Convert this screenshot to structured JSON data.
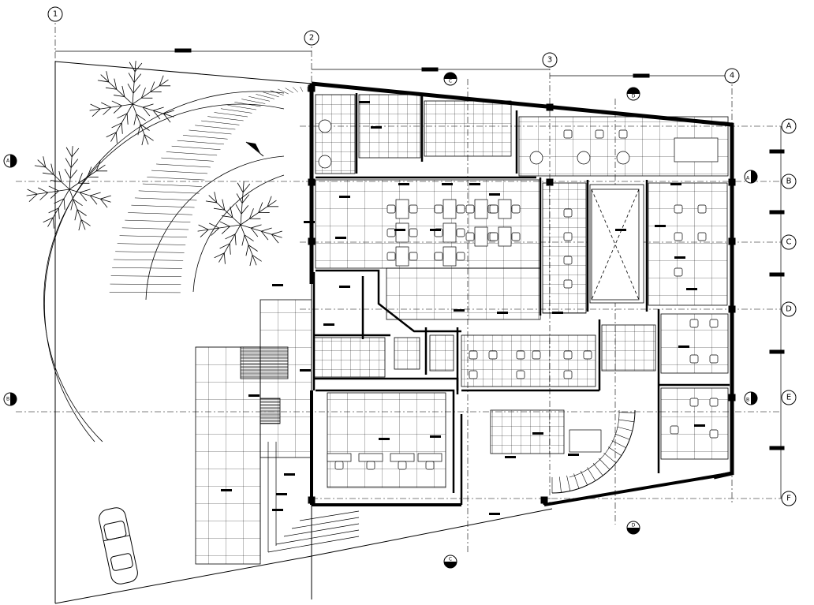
{
  "drawing": {
    "grid_columns": [
      "1",
      "2",
      "3",
      "4"
    ],
    "grid_rows": [
      "A",
      "B",
      "C",
      "D",
      "E",
      "F"
    ],
    "section_markers": {
      "left_top": "A",
      "left_bottom": "B",
      "right_top": "A",
      "right_bottom": "B",
      "top_c": "C",
      "bottom_c": "C",
      "top_d": "D",
      "bottom_d": "D"
    }
  },
  "colors": {
    "line": "#000000",
    "background": "#ffffff"
  }
}
